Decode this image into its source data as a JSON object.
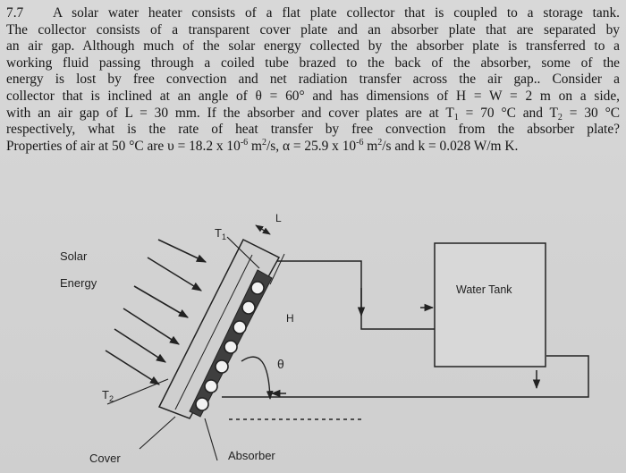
{
  "problem": {
    "number": "7.7",
    "lines": [
      "A solar water heater consists of a flat plate collector that is coupled to a storage tank.",
      "The collector consists of a transparent cover plate and an absorber plate that are separated by",
      "an air gap. Although much of the solar energy collected by the absorber plate is transferred to a",
      "working fluid passing through a coiled tube brazed to the back of the absorber, some of the",
      "energy is lost by free convection and net radiation transfer across the air gap.. Consider a",
      "collector that is inclined at an angle of θ = 60° and has dimensions of H = W = 2 m on a side,"
    ],
    "line7": {
      "a": "with an air gap of L = 30 mm. If the absorber and cover plates are at T",
      "a_sub": "1",
      "b": " = 70 °C and T",
      "b_sub": "2",
      "c": " = 30 °C"
    },
    "line8": "respectively, what is the rate of heat transfer by free convection from the absorber plate?",
    "line9": {
      "a": "Properties of air at 50 °C are υ = 18.2 x 10",
      "a_sup": "-6",
      "b": " m",
      "b_sup": "2",
      "c": "/s, α = 25.9 x 10",
      "c_sup": "-6",
      "d": " m",
      "d_sup": "2",
      "e": "/s and k = 0.028 W/m K."
    }
  },
  "figure": {
    "solar_label_1": "Solar",
    "solar_label_2": "Energy",
    "water_tank_label": "Water Tank",
    "cover_label": "Cover",
    "absorber_label": "Absorber",
    "t1_label": "T",
    "t1_sub": "1",
    "t2_label": "T",
    "t2_sub": "2",
    "l_label": "L",
    "h_label": "H",
    "theta_label": "θ"
  }
}
